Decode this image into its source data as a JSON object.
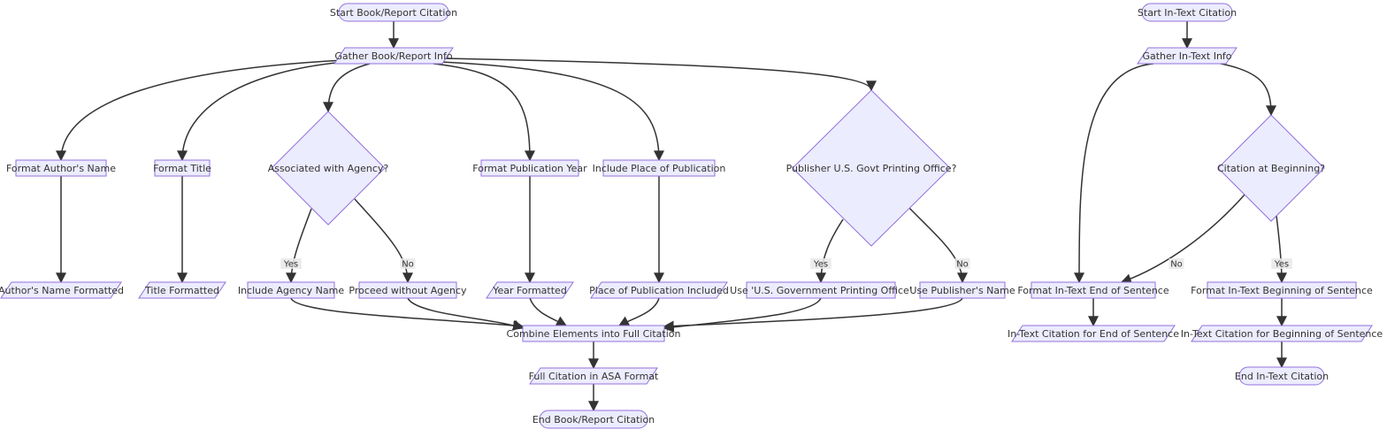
{
  "diagram": {
    "nodes": [
      {
        "id": "start_book",
        "label": "Start Book/Report Citation",
        "shape": "stadium"
      },
      {
        "id": "gather_book",
        "label": "Gather Book/Report Info",
        "shape": "parallelogram"
      },
      {
        "id": "fmt_author",
        "label": "Format Author's Name",
        "shape": "rect"
      },
      {
        "id": "fmt_title",
        "label": "Format Title",
        "shape": "rect"
      },
      {
        "id": "agency_q",
        "label": "Associated with Agency?",
        "shape": "diamond"
      },
      {
        "id": "fmt_year",
        "label": "Format Publication Year",
        "shape": "rect"
      },
      {
        "id": "inc_place",
        "label": "Include Place of Publication",
        "shape": "rect"
      },
      {
        "id": "govt_q",
        "label": "Publisher U.S. Govt Printing Office?",
        "shape": "diamond"
      },
      {
        "id": "author_done",
        "label": "Author's Name Formatted",
        "shape": "parallelogram"
      },
      {
        "id": "title_done",
        "label": "Title Formatted",
        "shape": "parallelogram"
      },
      {
        "id": "inc_agency",
        "label": "Include Agency Name",
        "shape": "rect"
      },
      {
        "id": "no_agency",
        "label": "Proceed without Agency",
        "shape": "rect"
      },
      {
        "id": "year_done",
        "label": "Year Formatted",
        "shape": "parallelogram"
      },
      {
        "id": "place_done",
        "label": "Place of Publication Included",
        "shape": "parallelogram"
      },
      {
        "id": "use_gpo",
        "label": "Use 'U.S. Government Printing Office'",
        "shape": "rect"
      },
      {
        "id": "use_pub",
        "label": "Use Publisher's Name",
        "shape": "rect"
      },
      {
        "id": "combine",
        "label": "Combine Elements into Full Citation",
        "shape": "rect"
      },
      {
        "id": "full_asa",
        "label": "Full Citation in ASA Format",
        "shape": "parallelogram"
      },
      {
        "id": "end_book",
        "label": "End Book/Report Citation",
        "shape": "stadium"
      },
      {
        "id": "start_intext",
        "label": "Start In-Text Citation",
        "shape": "stadium"
      },
      {
        "id": "gather_intext",
        "label": "Gather In-Text Info",
        "shape": "parallelogram"
      },
      {
        "id": "begin_q",
        "label": "Citation at Beginning?",
        "shape": "diamond"
      },
      {
        "id": "fmt_end",
        "label": "Format In-Text End of Sentence",
        "shape": "rect"
      },
      {
        "id": "fmt_begin",
        "label": "Format In-Text Beginning of Sentence",
        "shape": "rect"
      },
      {
        "id": "intext_end_done",
        "label": "In-Text Citation for End of Sentence",
        "shape": "parallelogram"
      },
      {
        "id": "intext_begin_done",
        "label": "In-Text Citation for Beginning of Sentence",
        "shape": "parallelogram"
      },
      {
        "id": "end_intext",
        "label": "End In-Text Citation",
        "shape": "stadium"
      }
    ],
    "edges": [
      {
        "from": "start_book",
        "to": "gather_book",
        "label": ""
      },
      {
        "from": "gather_book",
        "to": "fmt_author",
        "label": ""
      },
      {
        "from": "gather_book",
        "to": "fmt_title",
        "label": ""
      },
      {
        "from": "gather_book",
        "to": "agency_q",
        "label": ""
      },
      {
        "from": "gather_book",
        "to": "fmt_year",
        "label": ""
      },
      {
        "from": "gather_book",
        "to": "inc_place",
        "label": ""
      },
      {
        "from": "gather_book",
        "to": "govt_q",
        "label": ""
      },
      {
        "from": "fmt_author",
        "to": "author_done",
        "label": ""
      },
      {
        "from": "fmt_title",
        "to": "title_done",
        "label": ""
      },
      {
        "from": "agency_q",
        "to": "inc_agency",
        "label": "Yes"
      },
      {
        "from": "agency_q",
        "to": "no_agency",
        "label": "No"
      },
      {
        "from": "fmt_year",
        "to": "year_done",
        "label": ""
      },
      {
        "from": "inc_place",
        "to": "place_done",
        "label": ""
      },
      {
        "from": "govt_q",
        "to": "use_gpo",
        "label": "Yes"
      },
      {
        "from": "govt_q",
        "to": "use_pub",
        "label": "No"
      },
      {
        "from": "inc_agency",
        "to": "combine",
        "label": ""
      },
      {
        "from": "no_agency",
        "to": "combine",
        "label": ""
      },
      {
        "from": "year_done",
        "to": "combine",
        "label": ""
      },
      {
        "from": "place_done",
        "to": "combine",
        "label": ""
      },
      {
        "from": "use_gpo",
        "to": "combine",
        "label": ""
      },
      {
        "from": "use_pub",
        "to": "combine",
        "label": ""
      },
      {
        "from": "combine",
        "to": "full_asa",
        "label": ""
      },
      {
        "from": "full_asa",
        "to": "end_book",
        "label": ""
      },
      {
        "from": "start_intext",
        "to": "gather_intext",
        "label": ""
      },
      {
        "from": "gather_intext",
        "to": "begin_q",
        "label": ""
      },
      {
        "from": "gather_intext",
        "to": "fmt_end",
        "label": ""
      },
      {
        "from": "begin_q",
        "to": "fmt_end",
        "label": "No"
      },
      {
        "from": "begin_q",
        "to": "fmt_begin",
        "label": "Yes"
      },
      {
        "from": "fmt_end",
        "to": "intext_end_done",
        "label": ""
      },
      {
        "from": "fmt_begin",
        "to": "intext_begin_done",
        "label": ""
      },
      {
        "from": "intext_begin_done",
        "to": "end_intext",
        "label": ""
      }
    ],
    "colors": {
      "node_fill": "#ECECFF",
      "node_stroke": "#9370DB",
      "edge": "#333333",
      "text": "#333333"
    }
  }
}
